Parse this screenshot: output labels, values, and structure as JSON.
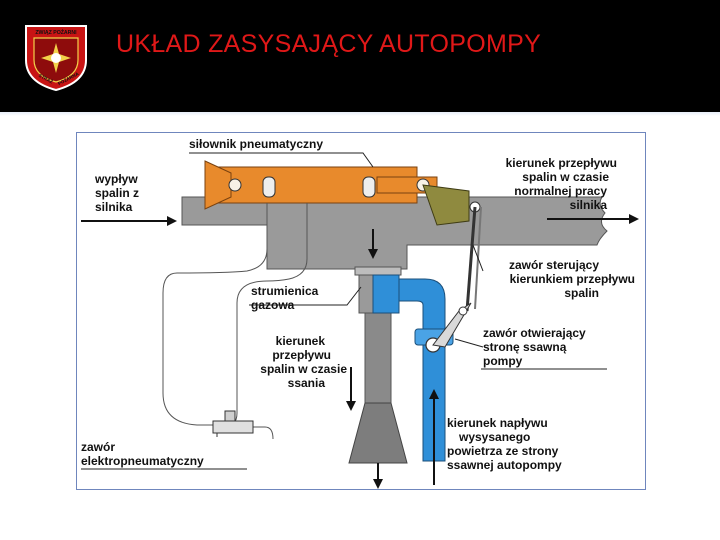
{
  "header": {
    "title": "UKŁAD ZASYSAJĄCY AUTOPOMPY",
    "logo": {
      "icon": "fire-brigade-emblem-icon",
      "text_top": "ZWIĄZ POŻARNI",
      "text_left": "STRAŻ",
      "text_right": "POŻARNA"
    }
  },
  "colors": {
    "header_bg": "#000000",
    "title": "#e01818",
    "actuator": "#e88a2c",
    "pipe_blue": "#2f8fd8",
    "exhaust_gray": "#9a9a9a",
    "valve_olive": "#8f8a3f",
    "frame": "#6f86bd"
  },
  "diagram": {
    "labels": {
      "actuator": "siłownik pneumatyczny",
      "exhaust_outflow": [
        "wypływ",
        "spalin z",
        "silnika"
      ],
      "normal_flow": [
        "kierunek przepływu",
        "spalin w czasie",
        "normalnej pracy",
        "silnika"
      ],
      "ejector": [
        "strumienica",
        "gazowa"
      ],
      "control_valve": [
        "zawór sterujący",
        "kierunkiem przepływu",
        "spalin"
      ],
      "suction_flow": [
        "kierunek",
        "przepływu",
        "spalin w czasie",
        "ssania"
      ],
      "opening_valve": [
        "zawór otwierający",
        "stronę ssawną",
        "pompy"
      ],
      "solenoid_valve": [
        "zawór",
        "elektropneumatyczny"
      ],
      "air_inflow": [
        "kierunek napływu",
        "wysysanego",
        "powietrza ze strony",
        "ssawnej autopompy"
      ]
    }
  }
}
